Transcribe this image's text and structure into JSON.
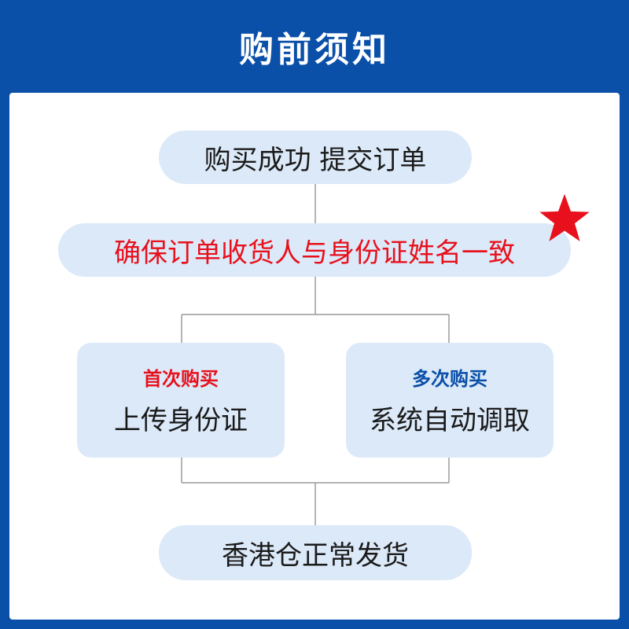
{
  "header": {
    "title": "购前须知"
  },
  "flow": {
    "step1": "购买成功 提交订单",
    "step2": "确保订单收货人与身份证姓名一致",
    "first": {
      "tag": "首次购买",
      "text": "上传身份证"
    },
    "repeat": {
      "tag": "多次购买",
      "text": "系统自动调取"
    },
    "step4": "香港仓正常发货"
  },
  "colors": {
    "background": "#0a4fa8",
    "node_fill": "#dce9f8",
    "warning": "#e8101c",
    "connector": "#9a9a9a"
  },
  "icons": {
    "important": "red-star-icon"
  }
}
